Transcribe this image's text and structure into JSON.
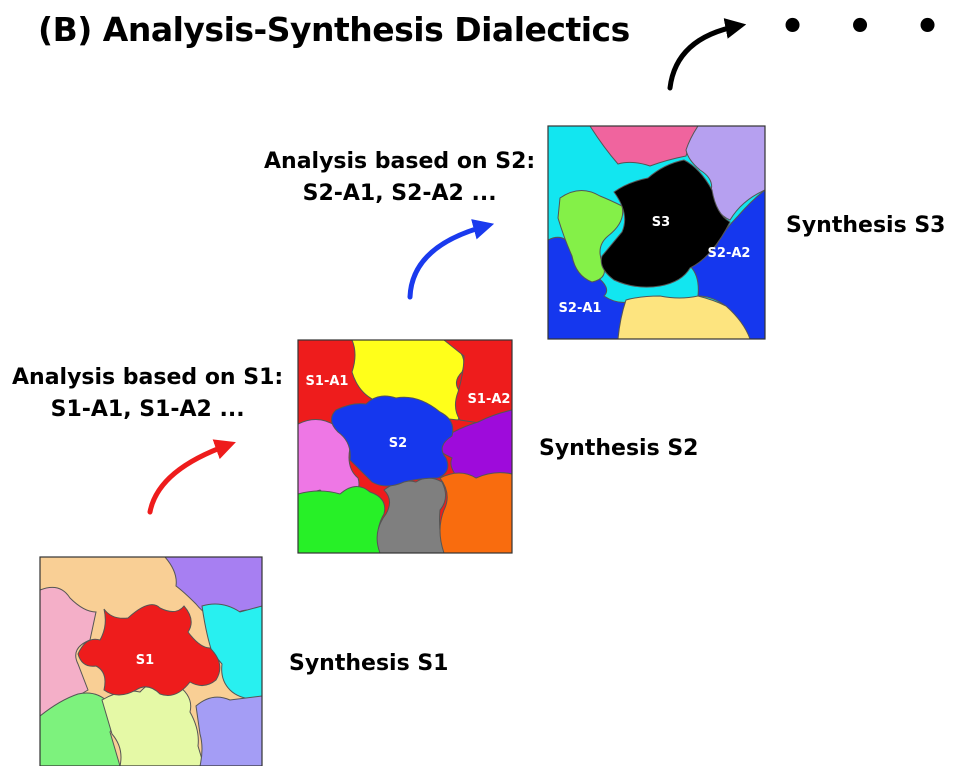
{
  "title": "(B) Analysis-Synthesis Dialectics",
  "ellipsis": "• • •",
  "synthesis_s1": {
    "label": "Synthesis S1",
    "center_label": "S1",
    "colors": {
      "top_left": "#F9CF95",
      "top_right": "#A77FF2",
      "left": "#F4AFC8",
      "right": "#28F0F0",
      "bottom_left": "#7DF27D",
      "bottom_mid": "#E5F9A6",
      "bottom_right": "#A49DF5",
      "center": "#EE1C1C"
    }
  },
  "synthesis_s2": {
    "label": "Synthesis S2",
    "center_label": "S2",
    "piece_a1": "S1-A1",
    "piece_a2": "S1-A2",
    "colors": {
      "a1": "#EE1C1C",
      "top": "#FFFF1A",
      "a2": "#EE1C1C",
      "pink": "#EE77E5",
      "purple": "#9E0BDB",
      "green": "#27F027",
      "gray": "#7F7F7F",
      "orange": "#F96C0E",
      "center": "#1537EE"
    }
  },
  "synthesis_s3": {
    "label": "Synthesis S3",
    "center_label": "S3",
    "piece_a1": "S2-A1",
    "piece_a2": "S2-A2",
    "colors": {
      "cyan": "#12E6F0",
      "pink": "#F0649E",
      "lavender": "#B6A0F0",
      "green": "#84F048",
      "blue": "#1537EE",
      "yellow": "#FDE47F",
      "center": "#000000"
    }
  },
  "analysis_s1": {
    "line1": "Analysis based on S1:",
    "line2": "S1-A1, S1-A2 ..."
  },
  "analysis_s2": {
    "line1": "Analysis based on S2:",
    "line2": "S2-A1, S2-A2 ..."
  },
  "arrow_colors": {
    "s1_to_s2": "#EE1C1C",
    "s2_to_s3": "#1A3AEE",
    "s3_onward": "#000000"
  }
}
